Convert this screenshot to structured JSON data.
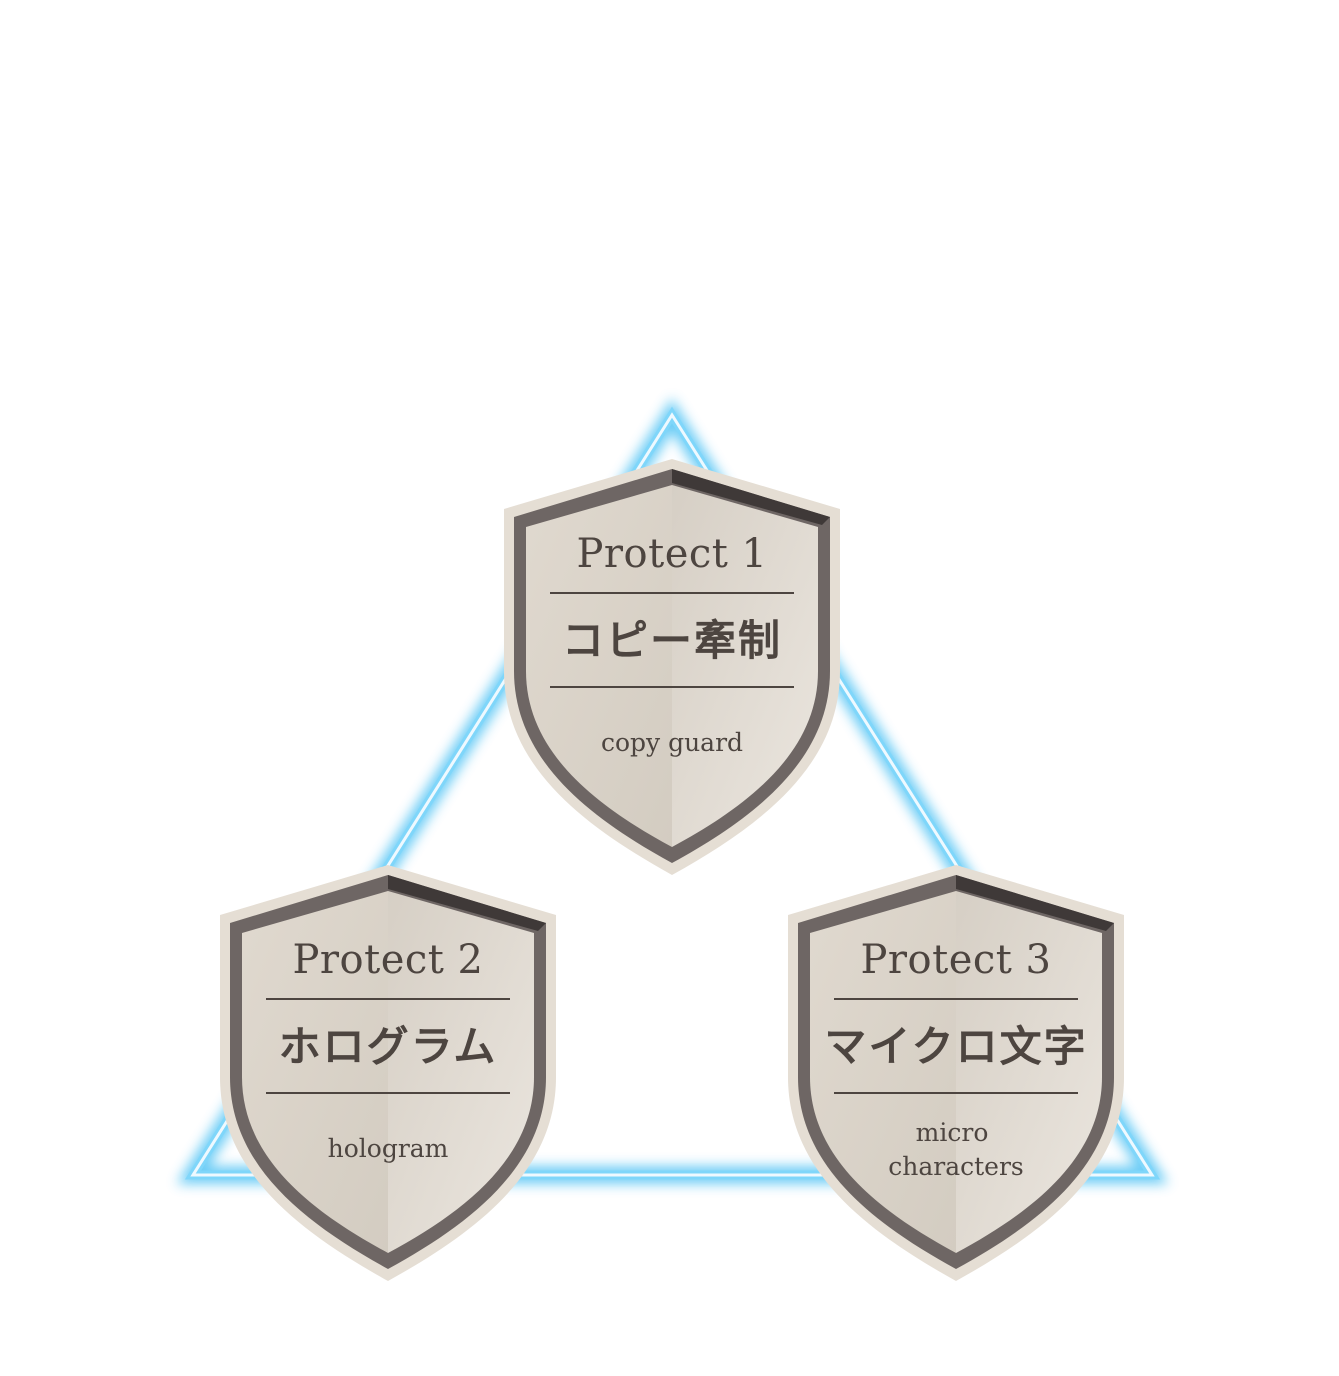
{
  "colors": {
    "glow": "#5ec8f5",
    "triangle_core": "#e9f8ff",
    "shield_outer_rim": "#e5ded4",
    "shield_frame": "#6e6664",
    "shield_frame_dark": "#3f3938",
    "shield_face": "#ddd6cc",
    "shield_face_shadow": "#cfc7bc",
    "text": "#4d4540",
    "divider": "#4d4540"
  },
  "shields": [
    {
      "id": "protect-1",
      "title": "Protect 1",
      "name_ja": "コピー牽制",
      "name_en_lines": [
        "copy guard"
      ]
    },
    {
      "id": "protect-2",
      "title": "Protect 2",
      "name_ja": "ホログラム",
      "name_en_lines": [
        "hologram"
      ]
    },
    {
      "id": "protect-3",
      "title": "Protect 3",
      "name_ja": "マイクロ文字",
      "name_en_lines": [
        "micro",
        "characters"
      ]
    }
  ]
}
